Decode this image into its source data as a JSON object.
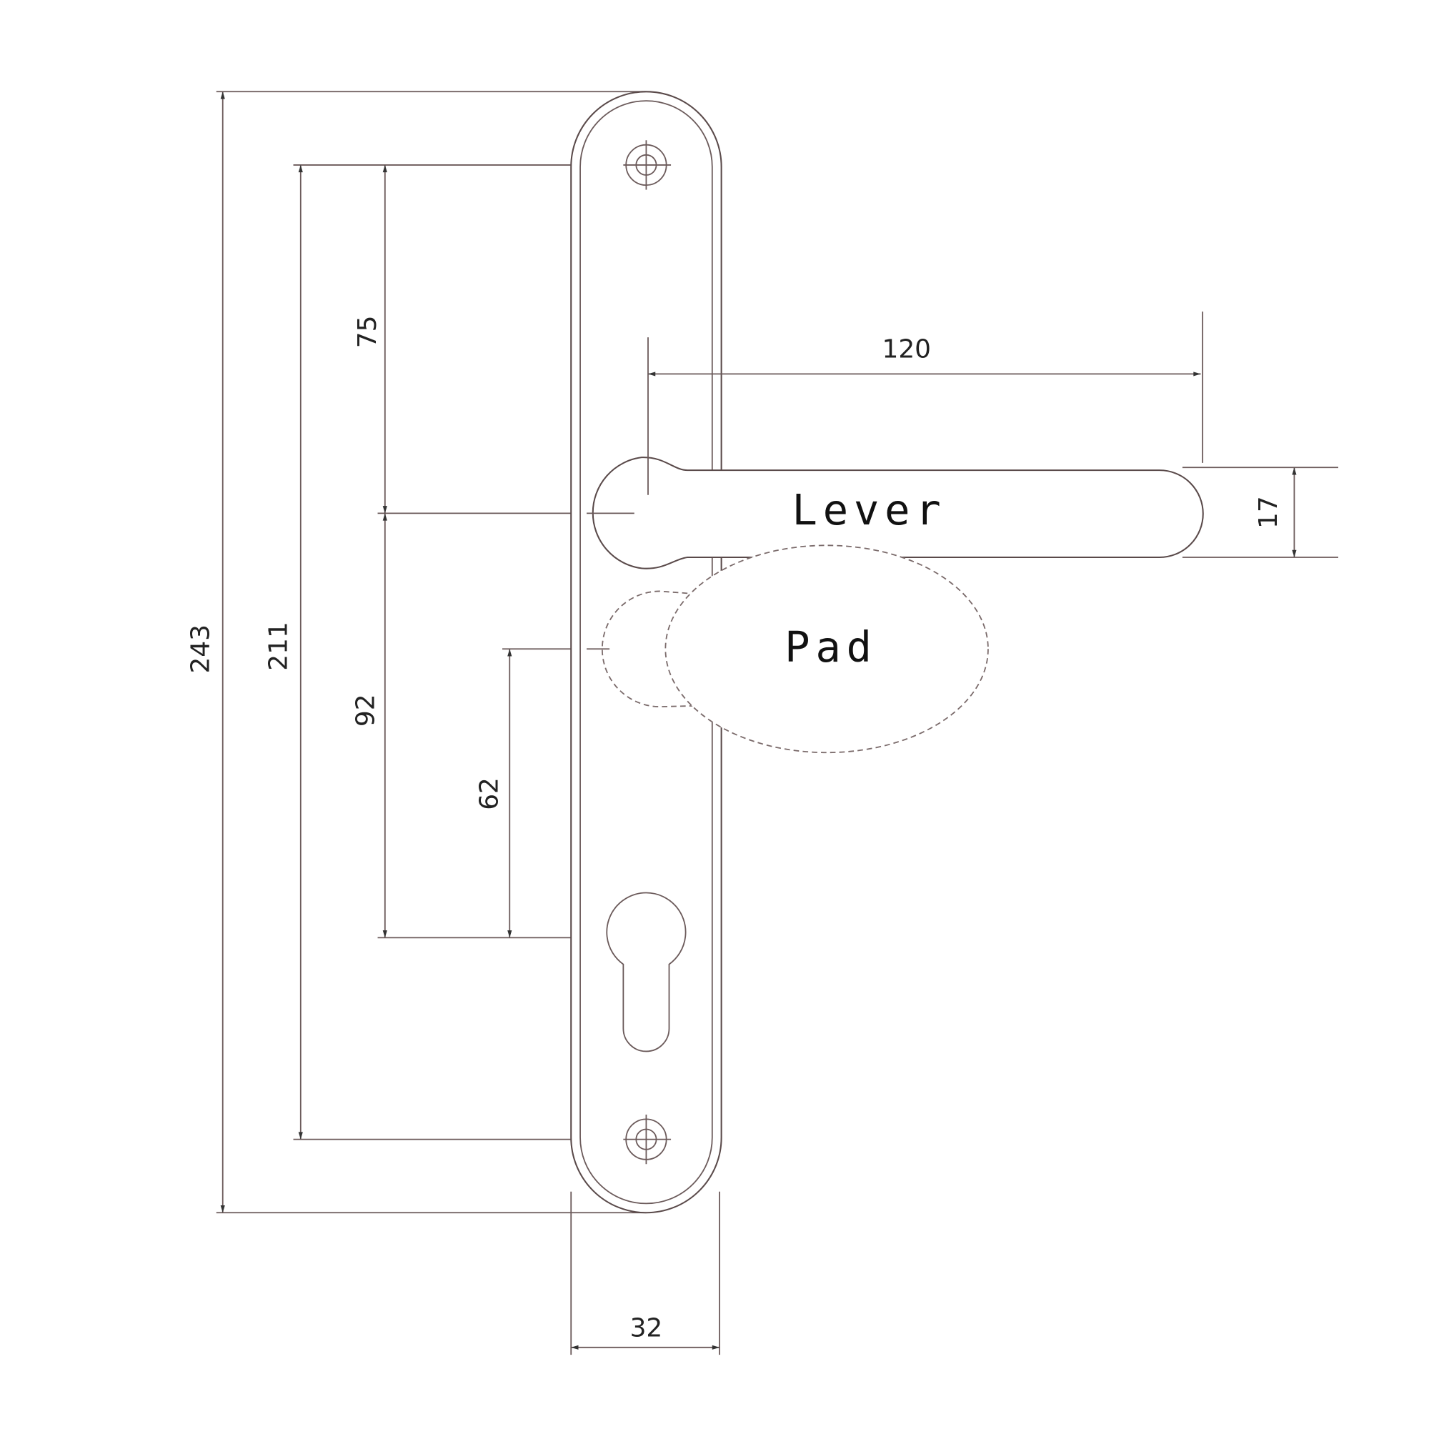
{
  "labels": {
    "lever": "Lever",
    "pad": "Pad"
  },
  "dimensions": {
    "overall_height": "243",
    "screw_spacing": "211",
    "screw_to_lever": "75",
    "lever_to_cylinder": "92",
    "pad_to_cylinder": "62",
    "lever_length": "120",
    "lever_thickness": "17",
    "plate_width": "32"
  }
}
